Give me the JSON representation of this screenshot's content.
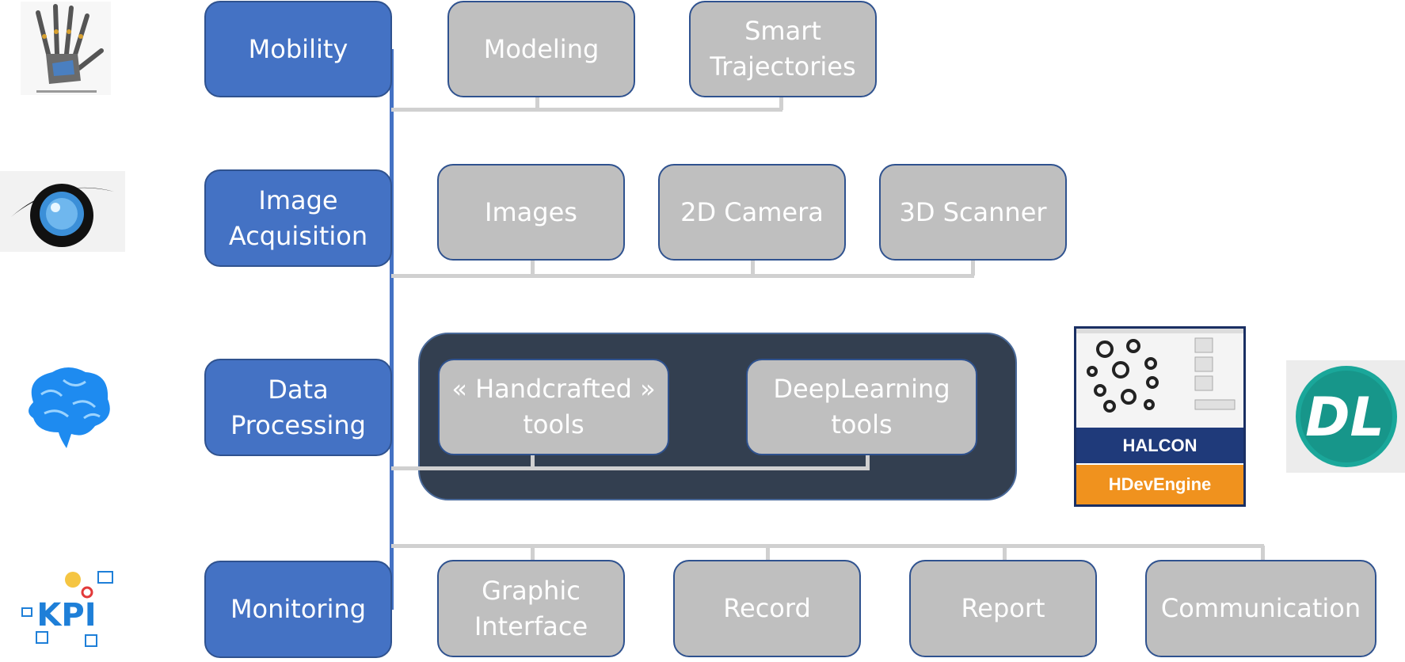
{
  "categories": {
    "mobility": "Mobility",
    "image_acquisition": "Image\nAcquisition",
    "data_processing": "Data\nProcessing",
    "monitoring": "Monitoring"
  },
  "mobility_items": [
    "Modeling",
    "Smart\nTrajectories"
  ],
  "acquisition_items": [
    "Images",
    "2D Camera",
    "3D Scanner"
  ],
  "processing_items": [
    "« Handcrafted »\ntools",
    "DeepLearning\ntools"
  ],
  "monitoring_items": [
    "Graphic\nInterface",
    "Record",
    "Report",
    "Communication"
  ],
  "halcon": {
    "title": "HALCON",
    "engine": "HDevEngine"
  },
  "dl_logo": "DL",
  "kpi_logo": "KPI",
  "colors": {
    "category_blue": "#4472c4",
    "item_gray": "#bfbfbf",
    "panel_dark": "#333f50",
    "halcon_blue": "#1f3a7a",
    "halcon_orange": "#f0921e",
    "dl_teal": "#1aa79a"
  }
}
